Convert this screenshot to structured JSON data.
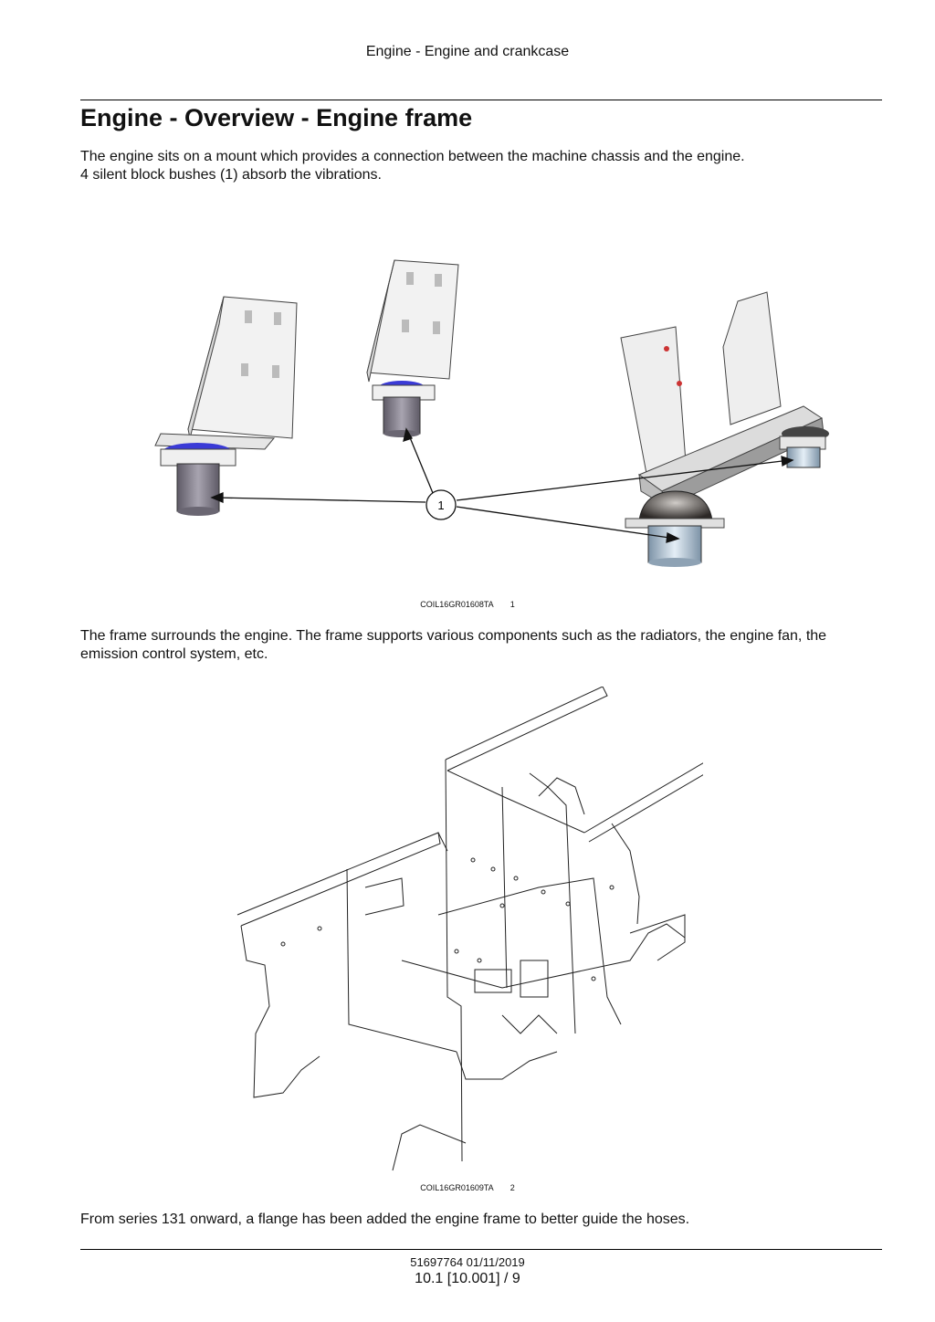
{
  "header": {
    "running_title": "Engine - Engine and crankcase"
  },
  "section": {
    "title": "Engine - Overview - Engine frame",
    "intro_lines": [
      "The engine sits on a mount which provides a connection between the machine chassis and the engine.",
      "4 silent block bushes (1) absorb the vibrations."
    ],
    "middle_lines": [
      "The frame surrounds the engine.  The frame supports various components such as the radiators, the engine fan, the",
      "emission control system, etc."
    ],
    "closing_text": "From series 131 onward, a flange has been added the engine frame to better guide the hoses."
  },
  "figures": [
    {
      "code": "COIL16GR01608TA",
      "number": "1",
      "callout": "1"
    },
    {
      "code": "COIL16GR01609TA",
      "number": "2"
    }
  ],
  "footer": {
    "doc_code": "51697764 01/11/2019",
    "page_ref": "10.1 [10.001] / 9"
  }
}
